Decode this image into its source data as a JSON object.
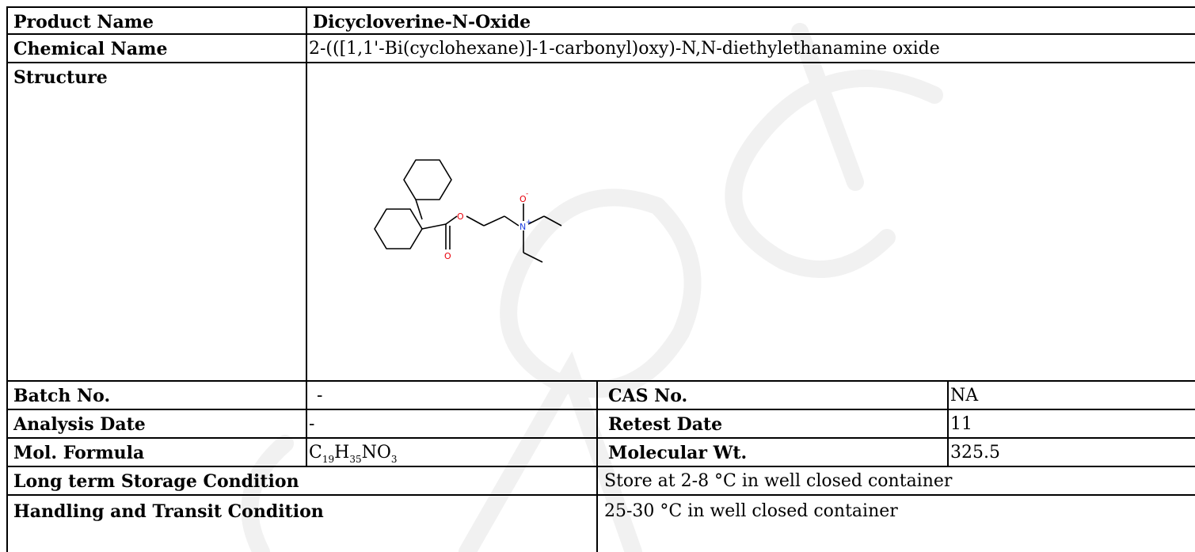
{
  "table": {
    "product_name_label": "Product Name",
    "product_name_value": "Dicycloverine-N-Oxide",
    "chemical_name_label": "Chemical Name",
    "chemical_name_value": "2-(([1,1'-Bi(cyclohexane)]-1-carbonyl)oxy)-N,N-diethylethanamine oxide",
    "structure_label": "Structure",
    "batch_label": "Batch No.",
    "batch_value": "-",
    "cas_label": "CAS No.",
    "cas_value": "NA",
    "analysis_date_label": "Analysis Date",
    "analysis_date_value": "-",
    "retest_label": "Retest Date",
    "retest_value": "11",
    "formula_label": "Mol. Formula",
    "formula_parts": {
      "c": "C",
      "c_n": "19",
      "h": "H",
      "h_n": "35",
      "n": "N",
      "o": "O",
      "o_n": "3"
    },
    "mw_label": "Molecular Wt.",
    "mw_value": "325.5",
    "storage_label": "Long term Storage Condition",
    "storage_value": "Store at 2-8 °C in well closed container",
    "handling_label": "Handling and Transit Condition",
    "handling_value": "25-30 °C in well closed container"
  },
  "structure_atoms": {
    "o_ester": "O",
    "o_carbonyl": "O",
    "o_oxide": "O",
    "o_charge": "-",
    "n": "N",
    "n_charge": "+"
  },
  "colors": {
    "oxygen": "#e8000b",
    "nitrogen": "#1f3fe0",
    "watermark": "#f2f2f2"
  }
}
